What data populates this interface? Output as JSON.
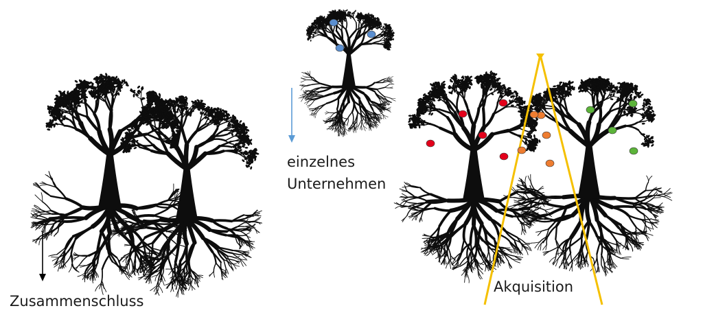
{
  "labels": {
    "merger": "Zusammenschluss",
    "single_line1": "einzelnes",
    "single_line2": "Unternehmen",
    "acquisition": "Akquisition"
  },
  "colors": {
    "tree": "#0d0d0d",
    "arrow_blue": "#5b9bd5",
    "arrow_black": "#000000",
    "acquisition_lines": "#f5c000",
    "fruit_blue": "#5b8fd0",
    "fruit_red": "#e3001b",
    "fruit_orange": "#ee7d31",
    "fruit_green": "#5cb43a"
  },
  "icons": {
    "trees": "tree-with-roots-icon",
    "arrows": "down-arrow-icon"
  }
}
